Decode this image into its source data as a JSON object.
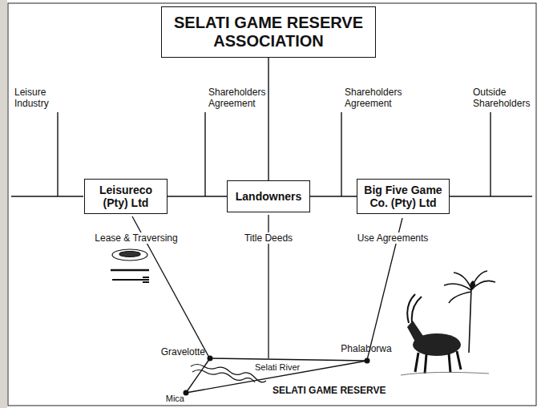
{
  "diagram": {
    "nodes": [
      {
        "text": [
          "SELATI GAME RESERVE ASSOCIATION"
        ]
      },
      {
        "text": [
          "Leisureco (Pty) Ltd"
        ]
      },
      {
        "text": [
          "Landowners"
        ]
      },
      {
        "text": [
          "Big Five Game Co. (Pty) Ltd"
        ]
      }
    ],
    "edges": [
      {
        "from": 0,
        "to": 2,
        "arrow": "none"
      },
      {
        "from": 1,
        "to": 2,
        "arrow": "none"
      },
      {
        "from": 2,
        "to": 3,
        "arrow": "none"
      }
    ],
    "labels": [
      "Leisure Industry",
      "Shareholders Agreement",
      "Shareholders Agreement",
      "Outside Shareholders",
      "Lease & Traversing",
      "Title Deeds",
      "Use Agreements",
      "Gravelotte",
      "Phalaborwa",
      "Selati River",
      "Mica",
      "SELATI GAME RESERVE"
    ]
  }
}
